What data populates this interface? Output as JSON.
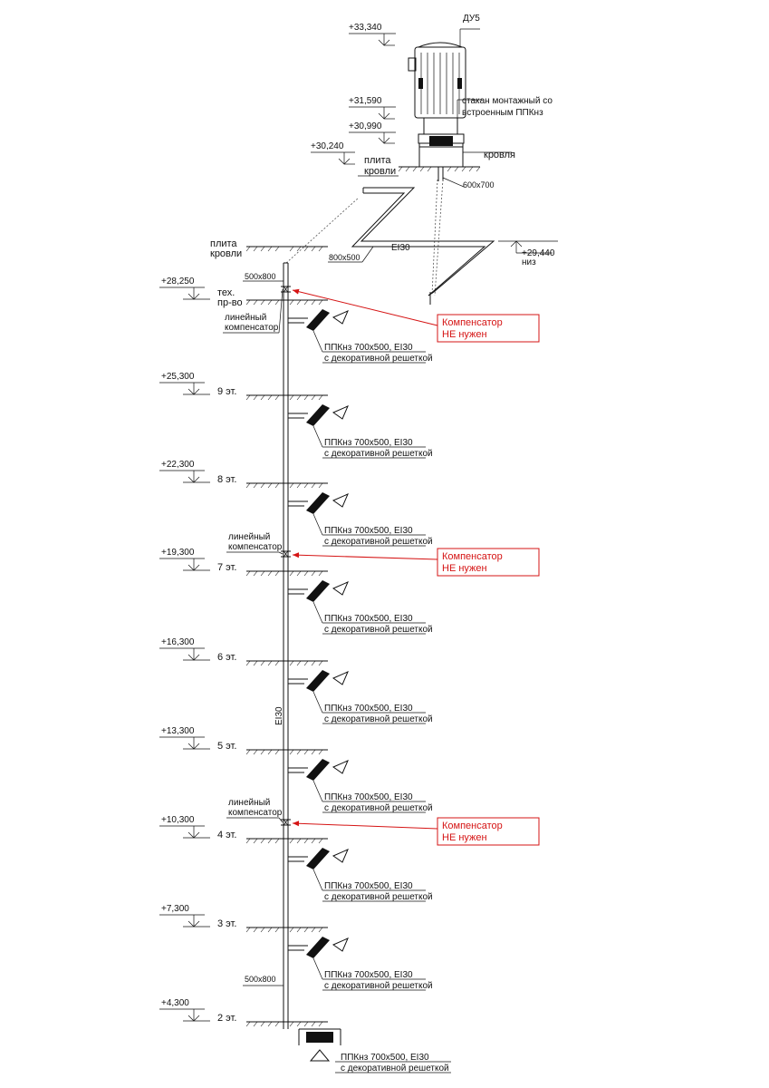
{
  "top": {
    "fan_label": "ДУ5",
    "mount_label_1": "стакан монтажный со",
    "mount_label_2": "встроенным ППКнз",
    "roof_label": "кровля",
    "slab_label_1": "плита",
    "slab_label_2": "кровли",
    "opening_label": "600x700",
    "elev_fan_top": "+33,340",
    "elev_mount_top": "+31,590",
    "elev_mount_bot": "+30,990",
    "elev_roof": "+30,240"
  },
  "duct": {
    "slab_label_1": "плита",
    "slab_label_2": "кровли",
    "size_horizontal": "800x500",
    "rating_horizontal": "EI30",
    "elev_bottom": "+29,440",
    "elev_bottom_label": "низ",
    "size_riser_top": "500x800",
    "size_riser_bottom": "500x800",
    "rating_riser": "EI30"
  },
  "damper_label_1": "ППКнз 700x500, EI30",
  "damper_label_2": "с декоративной решеткой",
  "compensator_label_1": "линейный",
  "compensator_label_2": "компенсатор",
  "floors": [
    {
      "elev": "+28,250",
      "name": "тех.",
      "name2": "пр-во"
    },
    {
      "elev": "+25,300",
      "name": "9 эт.",
      "name2": ""
    },
    {
      "elev": "+22,300",
      "name": "8 эт.",
      "name2": ""
    },
    {
      "elev": "+19,300",
      "name": "7 эт.",
      "name2": ""
    },
    {
      "elev": "+16,300",
      "name": "6 эт.",
      "name2": ""
    },
    {
      "elev": "+13,300",
      "name": "5 эт.",
      "name2": ""
    },
    {
      "elev": "+10,300",
      "name": "4 эт.",
      "name2": ""
    },
    {
      "elev": "+7,300",
      "name": "3 эт.",
      "name2": ""
    },
    {
      "elev": "+4,300",
      "name": "2 эт.",
      "name2": ""
    }
  ],
  "notes": [
    {
      "line1": "Компенсатор",
      "line2": "НЕ нужен"
    },
    {
      "line1": "Компенсатор",
      "line2": "НЕ нужен"
    },
    {
      "line1": "Компенсатор",
      "line2": "НЕ нужен"
    }
  ],
  "colors": {
    "note": "#d51414",
    "line": "#111111"
  }
}
